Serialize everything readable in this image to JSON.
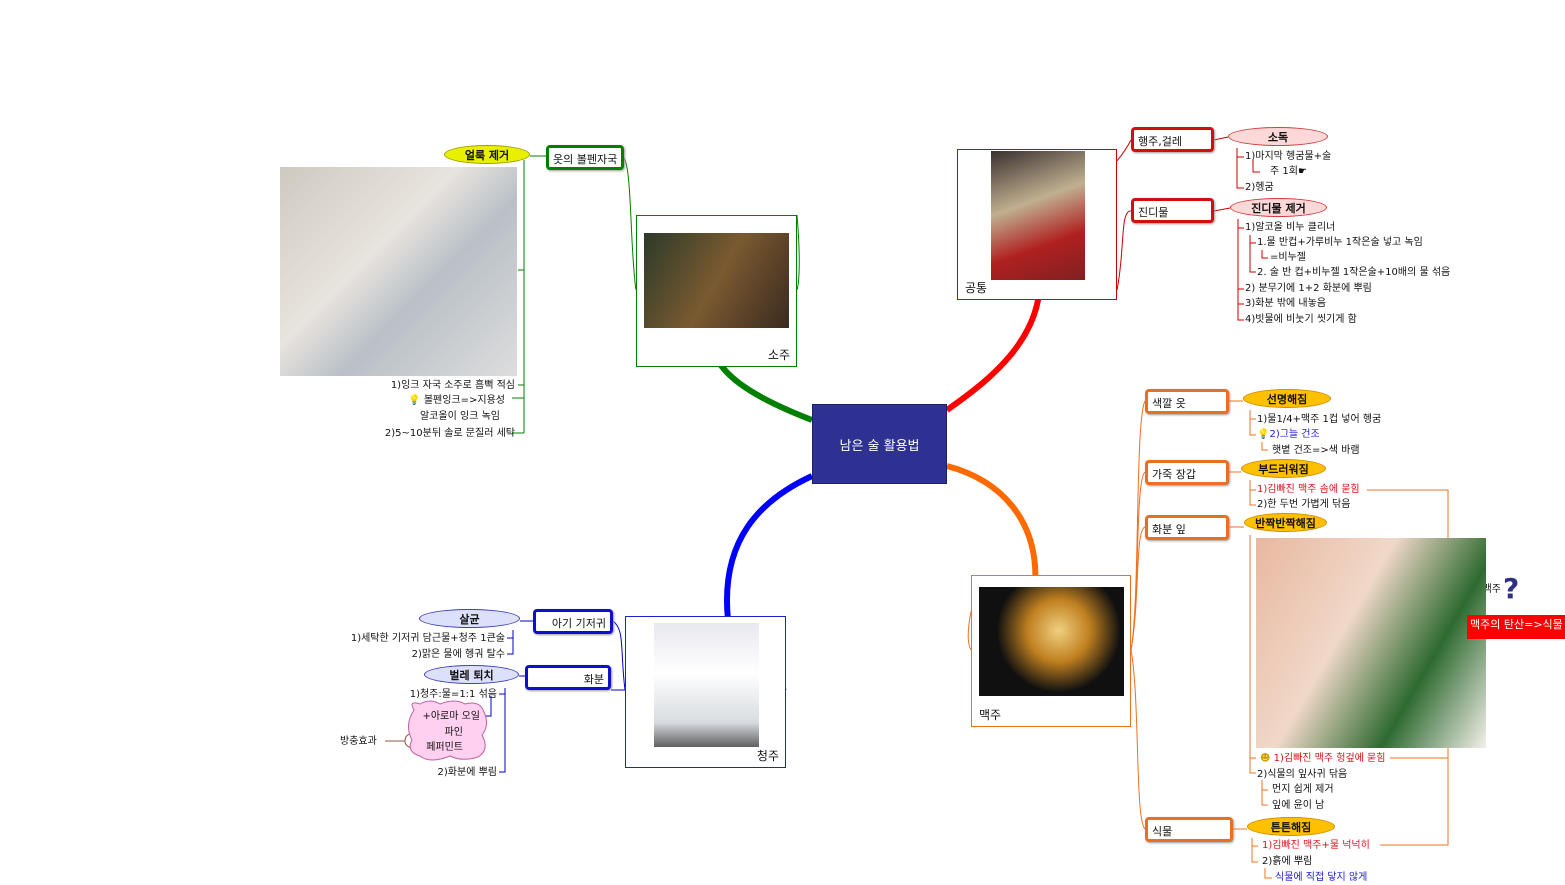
{
  "central": {
    "title": "남은 술 활용법"
  },
  "colors": {
    "soju": "#008000",
    "common": "#ff0000",
    "beer": "#ff6a00",
    "cheongju": "#0000ff",
    "center": "#2e3192"
  },
  "soju": {
    "label": "소주",
    "topic": "옷의 볼펜자국",
    "tag": "얼룩 제거",
    "lines": [
      "1)잉크 자국 소주로 흠뻑 적심",
      "볼펜잉크=>지용성",
      "알코올이 잉크 녹임",
      "2)5~10분뒤 솔로 문질러 세탁"
    ]
  },
  "common": {
    "label": "공통",
    "t1": {
      "topic": "행주,걸레",
      "tag": "소독",
      "lines": [
        "1)마지막 헹굼물+술",
        "주 1회",
        "2)헹굼"
      ]
    },
    "t2": {
      "topic": "진디물",
      "tag": "진디물 제거",
      "lines": [
        "1)알코올 비누 클리너",
        "1.물 반컵+가루비누 1작은술 넣고 녹임",
        "=비누젤",
        "2. 술 반 컵+비누젤 1작은술+10배의 물 섞음",
        "2) 분무기에 1+2 화분에 뿌림",
        "3)화분 밖에 내놓음",
        "4)빗물에 비눗기 씻기게 함"
      ]
    }
  },
  "beer": {
    "label": "맥주",
    "t1": {
      "topic": "색깔 옷",
      "tag": "선명해짐",
      "lines": [
        "1)물1/4+맥주 1컵 넣어 헹굼",
        "2)그늘 건조",
        "햇볕 건조=>색 바램"
      ]
    },
    "t2": {
      "topic": "가죽 장갑",
      "tag": "부드러워짐",
      "lines": [
        "1)김빠진 맥주 솜에 묻힘",
        "2)한 두번 가볍게 닦음"
      ]
    },
    "t3": {
      "topic": "화분 잎",
      "tag": "반짝반짝해짐",
      "lines": [
        "1)김빠진 맥주 헝겊에 묻힘",
        "2)식물의 잎사귀 닦음",
        "먼지 쉽게 제거",
        "잎에 윤이 남"
      ]
    },
    "t4": {
      "topic": "식물",
      "tag": "튼튼해짐",
      "lines": [
        "1)김빠진 맥주+물 넉넉히",
        "2)흙에 뿌림",
        "식물에 직접 닿지 않게"
      ]
    },
    "note": {
      "partial": "맥주",
      "callout": "맥주의 탄산=>식물"
    }
  },
  "cheongju": {
    "label": "청주",
    "t1": {
      "topic": "아기 기저귀",
      "tag": "살균",
      "lines": [
        "1)세탁한 기저귀 담근물+청주 1큰술",
        "2)맑은 물에 헹궈 탈수"
      ]
    },
    "t2": {
      "topic": "화분",
      "tag": "벌레 퇴치",
      "lines": [
        "1)청주:물=1:1 섞음",
        "+아로마 오일",
        "파인",
        "페퍼민트",
        "2)화분에 뿌림"
      ],
      "effect": "방충효과"
    }
  }
}
